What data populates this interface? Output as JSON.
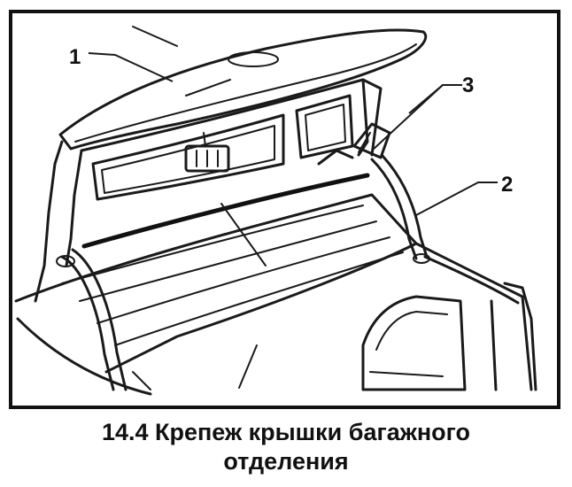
{
  "figure": {
    "callouts": [
      {
        "label": "1",
        "part": "trunk-lid"
      },
      {
        "label": "2",
        "part": "gas-strut"
      },
      {
        "label": "3",
        "part": "strut-mount"
      }
    ]
  },
  "caption": {
    "line1": "14.4 Крепеж крышки багажного",
    "line2": "отделения"
  }
}
